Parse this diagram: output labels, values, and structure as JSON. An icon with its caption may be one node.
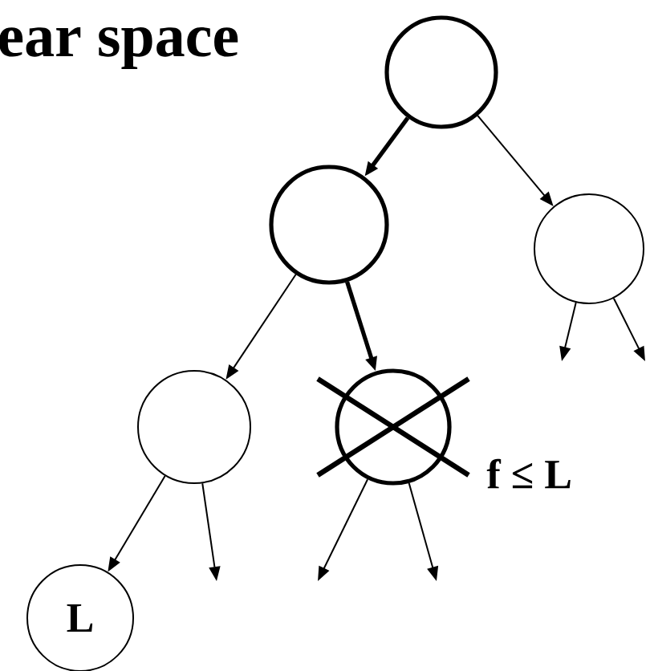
{
  "diagram": {
    "title": "ear space",
    "nodes": [
      {
        "text": [],
        "shape": "circle"
      },
      {
        "text": [],
        "shape": "circle"
      },
      {
        "text": [],
        "shape": "circle"
      },
      {
        "text": [],
        "shape": "circle"
      },
      {
        "text": [],
        "shape": "circle"
      },
      {
        "text": [
          "L"
        ]
      }
    ],
    "edges": [
      {
        "from": 0,
        "to": 1,
        "arrow": "to",
        "style": "thick"
      },
      {
        "from": 0,
        "to": 2,
        "arrow": "to"
      },
      {
        "from": 1,
        "to": 3,
        "arrow": "to"
      },
      {
        "from": 1,
        "to": 4,
        "arrow": "to",
        "style": "thick"
      },
      {
        "from": 2,
        "to": null,
        "arrow": "to"
      },
      {
        "from": 2,
        "to": null,
        "arrow": "to"
      },
      {
        "from": 3,
        "to": 5,
        "arrow": "to"
      },
      {
        "from": 3,
        "to": null,
        "arrow": "to"
      },
      {
        "from": 4,
        "to": null,
        "arrow": "to"
      },
      {
        "from": 4,
        "to": null,
        "arrow": "to"
      }
    ],
    "labels": [
      "f ≤ L"
    ]
  }
}
